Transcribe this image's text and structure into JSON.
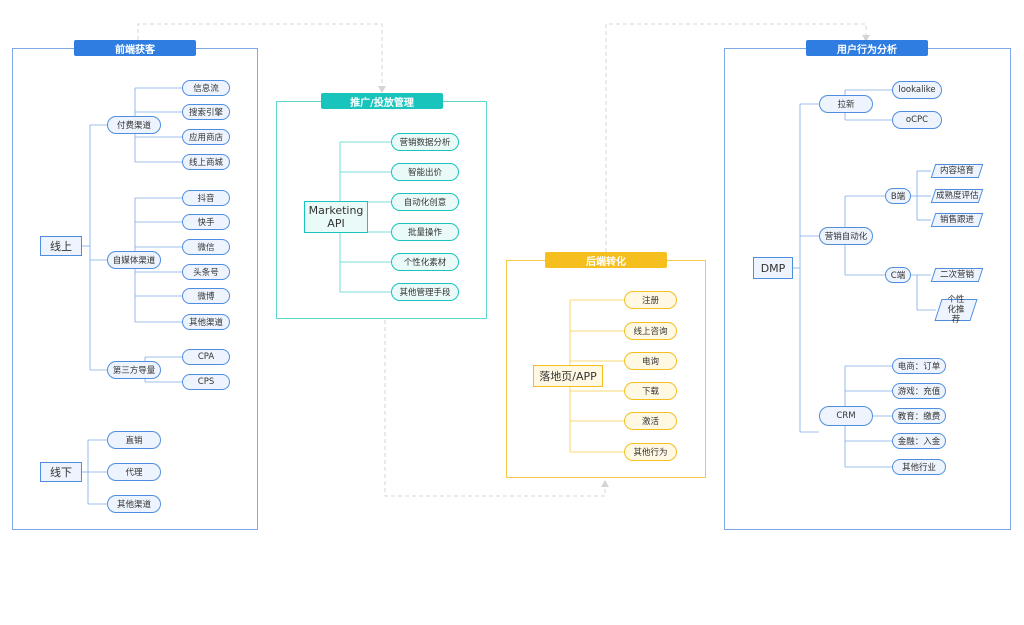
{
  "colors": {
    "blue": "#4f8de0",
    "blue_header": "#2f7de1",
    "cyan": "#19c4bd",
    "yellow": "#f4bf1f"
  },
  "front": {
    "header": "前端获客",
    "online": {
      "label": "线上",
      "paid": {
        "label": "付费渠道",
        "items": [
          "信息流",
          "搜索引擎",
          "应用商店",
          "线上商城"
        ]
      },
      "media": {
        "label": "自媒体渠道",
        "items": [
          "抖音",
          "快手",
          "微信",
          "头条号",
          "微博",
          "其他渠道"
        ]
      },
      "third": {
        "label": "第三方导量",
        "items": [
          "CPA",
          "CPS"
        ]
      }
    },
    "offline": {
      "label": "线下",
      "items": [
        "直销",
        "代理",
        "其他渠道"
      ]
    }
  },
  "promo": {
    "header": "推广/投放管理",
    "root": "Marketing API",
    "items": [
      "营销数据分析",
      "智能出价",
      "自动化创意",
      "批量操作",
      "个性化素材",
      "其他管理手段"
    ]
  },
  "backend": {
    "header": "后端转化",
    "root": "落地页/APP",
    "items": [
      "注册",
      "线上咨询",
      "电询",
      "下载",
      "激活",
      "其他行为"
    ]
  },
  "user": {
    "header": "用户行为分析",
    "root": "DMP",
    "lx": {
      "label": "拉新",
      "items": [
        "lookalike",
        "oCPC"
      ]
    },
    "auto": {
      "label": "营销自动化",
      "b": {
        "label": "B端",
        "items": [
          "内容培育",
          "成熟度评估",
          "销售跟进"
        ]
      },
      "c": {
        "label": "C端",
        "items": [
          "二次营销",
          "个性化推荐"
        ]
      }
    },
    "crm": {
      "label": "CRM",
      "items": [
        "电商：订单",
        "游戏：充值",
        "教育：缴费",
        "金融：入金",
        "其他行业"
      ]
    }
  }
}
